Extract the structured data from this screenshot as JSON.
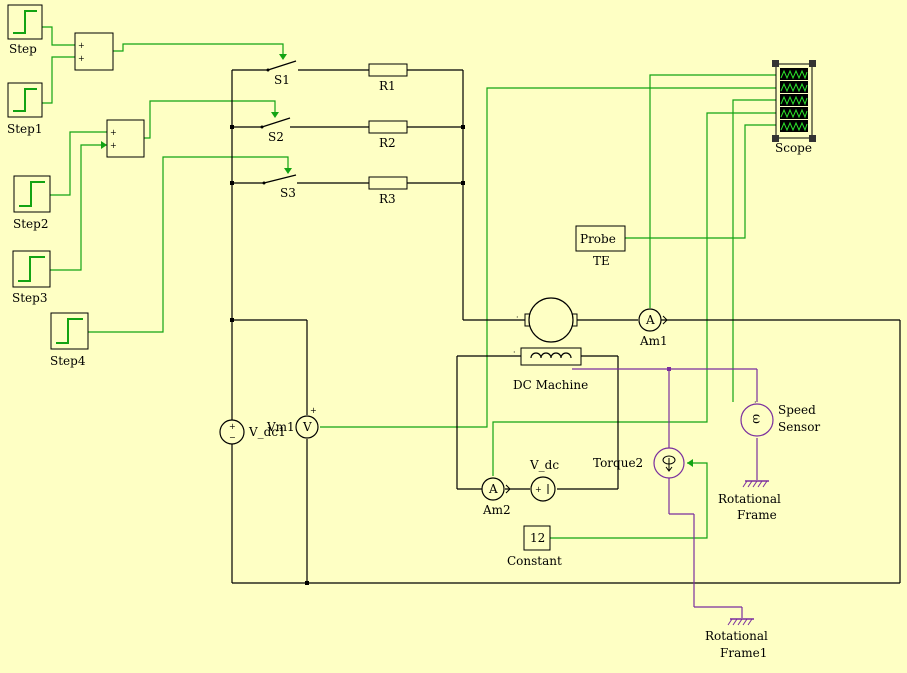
{
  "labels": {
    "step": "Step",
    "step1": "Step1",
    "step2": "Step2",
    "step3": "Step3",
    "step4": "Step4",
    "s1": "S1",
    "s2": "S2",
    "s3": "S3",
    "r1": "R1",
    "r2": "R2",
    "r3": "R3",
    "scope": "Scope",
    "probe": "Probe",
    "te": "TE",
    "dc_machine": "DC Machine",
    "am1": "Am1",
    "am2": "Am2",
    "vm1": "Vm1",
    "v_dc1": "V_dc1",
    "v_dc": "V_dc",
    "torque2": "Torque2",
    "speed_sensor_1": "Speed",
    "speed_sensor_2": "Sensor",
    "rot_frame_1": "Rotational",
    "rot_frame_2": "Frame",
    "rot_frame1_1": "Rotational",
    "rot_frame1_2": "Frame1",
    "constant": "Constant",
    "constant_value": "12",
    "ammeter_glyph": "A",
    "voltmeter_glyph": "V",
    "omega_glyph": "ω",
    "plus": "+",
    "minus": "−"
  },
  "colors": {
    "background": "#FEFFC4",
    "signal_wire": "#13A313",
    "mechanical_wire": "#7A2E9E",
    "electrical_wire": "#000000"
  },
  "icons": {
    "step": "step-signal-icon",
    "sum": "sum-icon",
    "switch": "switch-icon",
    "resistor": "resistor-icon",
    "scope": "scope-icon",
    "ammeter": "ammeter-icon",
    "voltmeter": "voltmeter-icon",
    "dc_source": "dc-voltage-source-icon",
    "motor": "dc-machine-icon",
    "torque": "torque-source-icon",
    "speed": "speed-sensor-icon",
    "ground": "rotational-frame-icon"
  }
}
